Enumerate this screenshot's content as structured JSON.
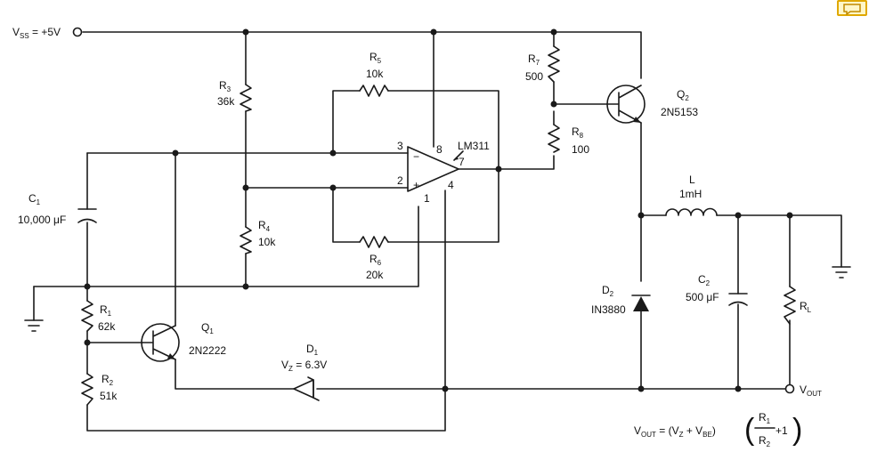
{
  "supply": {
    "label": "V",
    "sub": "SS",
    "value": " = +5V"
  },
  "R1": {
    "name": "R",
    "sub": "1",
    "value": "62k"
  },
  "R2": {
    "name": "R",
    "sub": "2",
    "value": "51k"
  },
  "R3": {
    "name": "R",
    "sub": "3",
    "value": "36k"
  },
  "R4": {
    "name": "R",
    "sub": "4",
    "value": "10k"
  },
  "R5": {
    "name": "R",
    "sub": "5",
    "value": "10k"
  },
  "R6": {
    "name": "R",
    "sub": "6",
    "value": "20k"
  },
  "R7": {
    "name": "R",
    "sub": "7",
    "value": "500"
  },
  "R8": {
    "name": "R",
    "sub": "8",
    "value": "100"
  },
  "RL": {
    "name": "R",
    "sub": "L"
  },
  "C1": {
    "name": "C",
    "sub": "1",
    "value": "10,000 μF"
  },
  "C2": {
    "name": "C",
    "sub": "2",
    "value": "500 μF"
  },
  "L": {
    "name": "L",
    "value": "1mH"
  },
  "Q1": {
    "name": "Q",
    "sub": "1",
    "part": "2N2222"
  },
  "Q2": {
    "name": "Q",
    "sub": "2",
    "part": "2N5153"
  },
  "D1": {
    "name": "D",
    "sub": "1",
    "vz_label": "V",
    "vz_sub": "Z",
    "vz_value": " = 6.3V"
  },
  "D2": {
    "name": "D",
    "sub": "2",
    "part": "IN3880"
  },
  "opamp": {
    "part": "LM311",
    "pin3": "3",
    "pin2": "2",
    "pin8": "8",
    "pin7": "7",
    "pin4": "4",
    "pin1": "1",
    "minus": "−",
    "plus": "+"
  },
  "output": {
    "label": "V",
    "sub": "OUT"
  },
  "formula": {
    "lhs": "V",
    "lhs_sub": "OUT",
    "eq": " = (V",
    "vz_sub": "Z",
    "plus": " + V",
    "vbe_sub": "BE",
    "close": ")",
    "num": "R",
    "num_sub": "1",
    "den": "R",
    "den_sub": "2",
    "plus1": "+1",
    "lparen": "(",
    "rparen": ")"
  },
  "note_icon": "note-icon"
}
